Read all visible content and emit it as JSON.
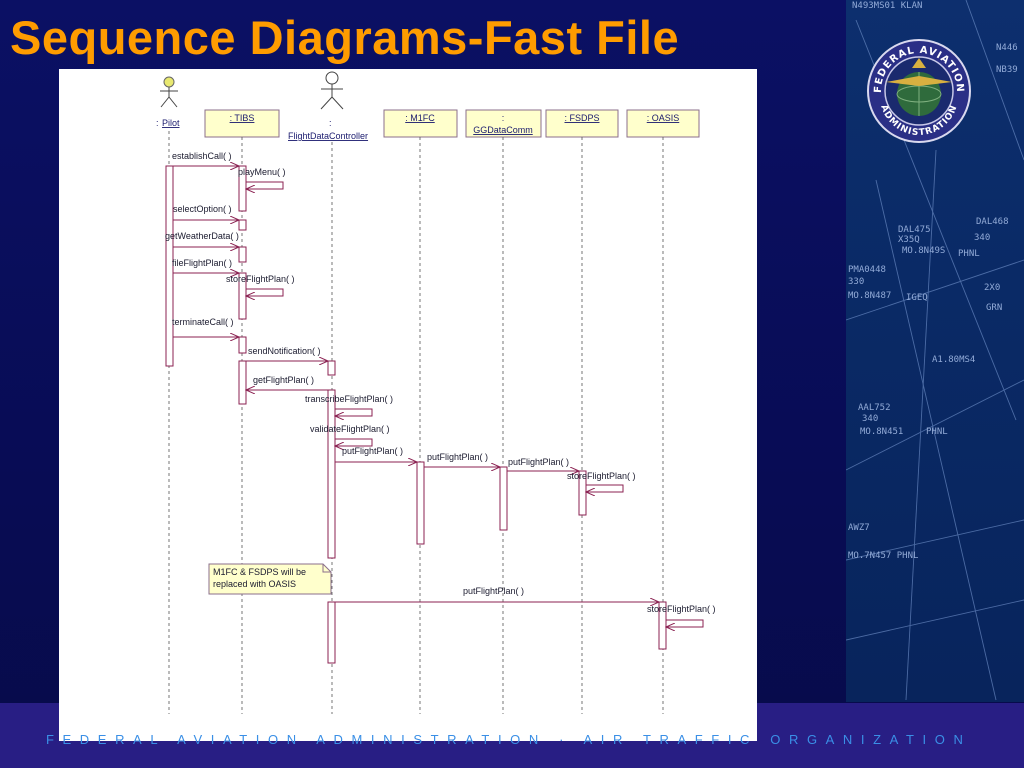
{
  "slide": {
    "title": "Sequence Diagrams-Fast File",
    "footer": "FEDERAL AVIATION ADMINISTRATION  ·  AIR TRAFFIC ORGANIZATION",
    "seal": {
      "outer_text": "FEDERAL AVIATION",
      "lower_text": "ADMINISTRATION"
    },
    "colors": {
      "title": "#ff9c00",
      "background": "#0a0f5c",
      "footer_band": "#281e84",
      "footer_text": "#3a8fe6",
      "lifeline_box_fill": "#ffffcc",
      "message_line": "#8b2252"
    },
    "radar_labels": [
      "N493MS01 KLAN",
      "N446",
      "NB39",
      "DAL468",
      "DAL475",
      "340",
      "2X0",
      "X35Q",
      "MO.8N49S",
      "PHNL",
      "PMA0448",
      "330",
      "MO.8N487",
      "IGEQ",
      "GRN",
      "A1.80MS4",
      "AAL752",
      "340",
      "MO.8N451",
      "PHNL",
      "AWZ7",
      "MO.7N457 PHNL"
    ]
  },
  "diagram": {
    "actors": {
      "pilot": "Pilot",
      "fdc": "FlightDataController"
    },
    "objects": {
      "tibs": ": TIBS",
      "m1fc": ": M1FC",
      "ggdc_prefix": ":",
      "ggdc_name": "GGDataComm",
      "fsdps": ": FSDPS",
      "oasis": ": OASIS",
      "pilot_prefix": ":",
      "fdc_prefix": ":"
    },
    "messages": {
      "m1": "establishCall( )",
      "m2": "playMenu( )",
      "m3": "selectOption( )",
      "m4": "getWeatherData( )",
      "m5": "fileFlightPlan( )",
      "m6": "storeFlightPlan( )",
      "m7": "terminateCall( )",
      "m8": "sendNotification( )",
      "m9": "getFlightPlan( )",
      "m10": "transcribeFlightPlan( )",
      "m11": "validateFlightPlan( )",
      "m12": "putFlightPlan( )",
      "m13": "putFlightPlan( )",
      "m14": "putFlightPlan( )",
      "m15": "storeFlightPlan( )",
      "m16": "putFlightPlan( )",
      "m17": "storeFlightPlan( )"
    },
    "note": {
      "line1": "M1FC & FSDPS will be",
      "line2": "replaced with OASIS"
    }
  }
}
